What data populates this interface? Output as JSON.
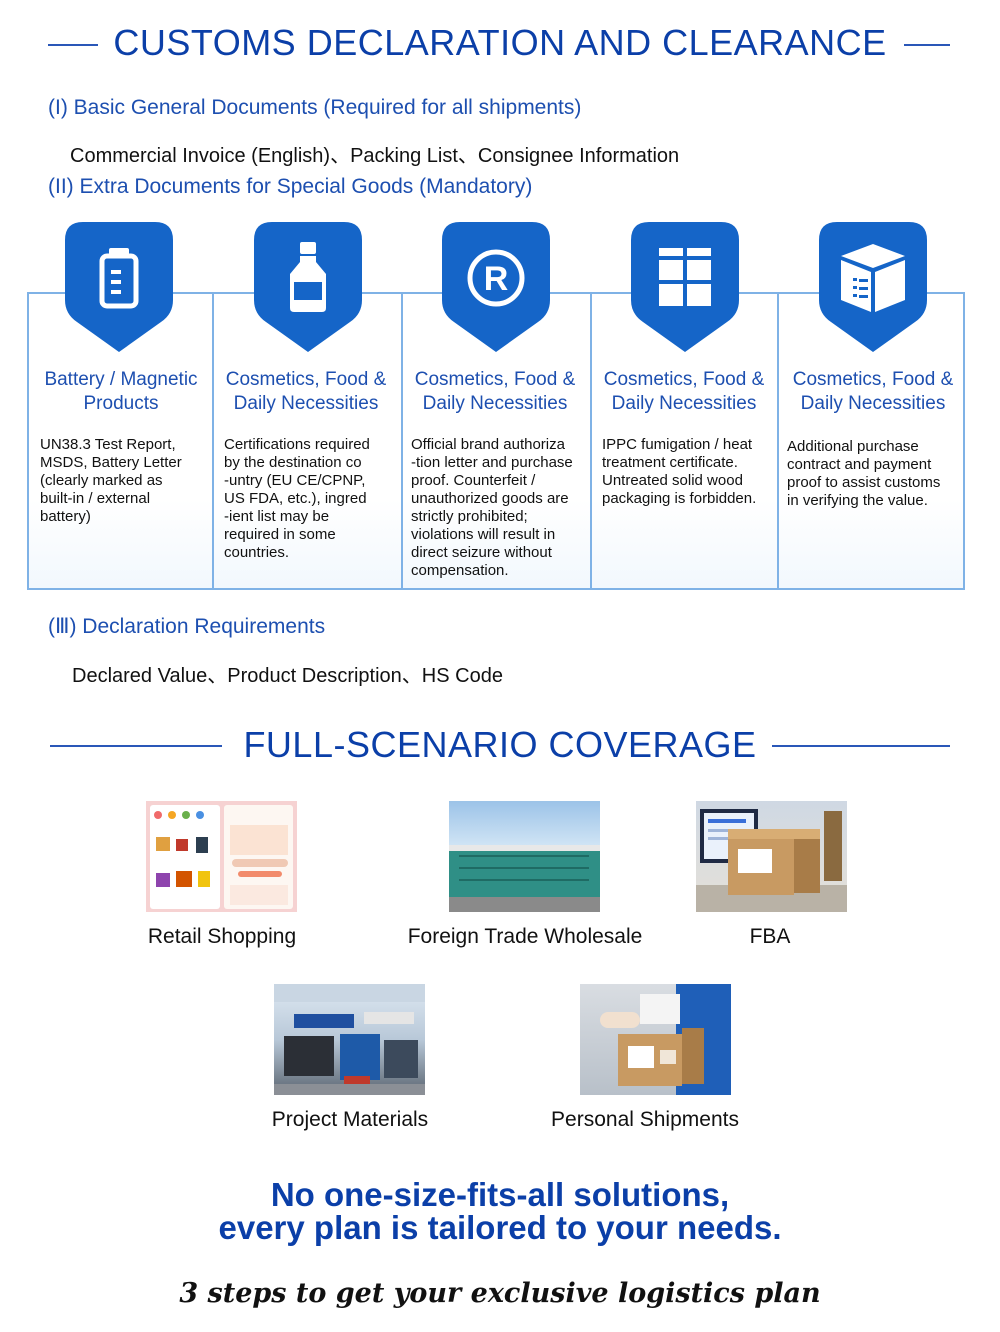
{
  "customs": {
    "title": "CUSTOMS DECLARATION AND CLEARANCE",
    "section1": {
      "heading": "(I) Basic General Documents (Required for all shipments)",
      "items": "Commercial Invoice (English)、Packing List、Consignee Information"
    },
    "section2": {
      "heading": "(II) Extra Documents for Special Goods (Mandatory)",
      "cards": [
        {
          "icon": "battery-icon",
          "title": "Battery / Magnetic Products",
          "body": "UN38.3 Test Report,\nMSDS, Battery Letter\n(clearly marked as\nbuilt-in / external\nbattery)"
        },
        {
          "icon": "bottle-icon",
          "title": "Cosmetics, Food & Daily Necessities",
          "body": "Certifications required\nby the destination co\n-untry (EU CE/CPNP,\nUS FDA, etc.), ingred\n-ient list may be\nrequired in some\ncountries."
        },
        {
          "icon": "registered-trademark-icon",
          "title": "Cosmetics, Food & Daily Necessities",
          "body": "Official brand authoriza\n-tion letter and purchase\nproof. Counterfeit /\nunauthorized goods are\nstrictly prohibited;\nviolations will result in\ndirect seizure without\ncompensation."
        },
        {
          "icon": "wooden-crate-icon",
          "title": "Cosmetics, Food & Daily Necessities",
          "body": "IPPC fumigation / heat\ntreatment certificate.\nUntreated solid wood\npackaging is forbidden."
        },
        {
          "icon": "package-box-icon",
          "title": "Cosmetics, Food & Daily Necessities",
          "body": "Additional purchase\ncontract and payment\nproof to assist customs\nin verifying the value."
        }
      ]
    },
    "section3": {
      "heading": "(Ⅲ) Declaration Requirements",
      "items": "Declared Value、Product Description、HS Code"
    }
  },
  "coverage": {
    "title": "FULL-SCENARIO COVERAGE",
    "scenarios": [
      {
        "label": "Retail Shopping",
        "image": "shopping-app-screens-image"
      },
      {
        "label": "Foreign Trade Wholesale",
        "image": "warehouse-building-image"
      },
      {
        "label": "FBA",
        "image": "parcel-box-laptop-image"
      },
      {
        "label": "Project Materials",
        "image": "exhibition-hall-image"
      },
      {
        "label": "Personal Shipments",
        "image": "courier-delivery-image"
      }
    ]
  },
  "slogan": {
    "line1": "No one-size-fits-all solutions,",
    "line2": "every plan is tailored to your needs."
  },
  "cta": "3 steps to get your exclusive logistics plan",
  "colors": {
    "heading_blue": "#0b3fa8",
    "accent_blue": "#1565c8",
    "border_blue": "#7fb2e6"
  }
}
